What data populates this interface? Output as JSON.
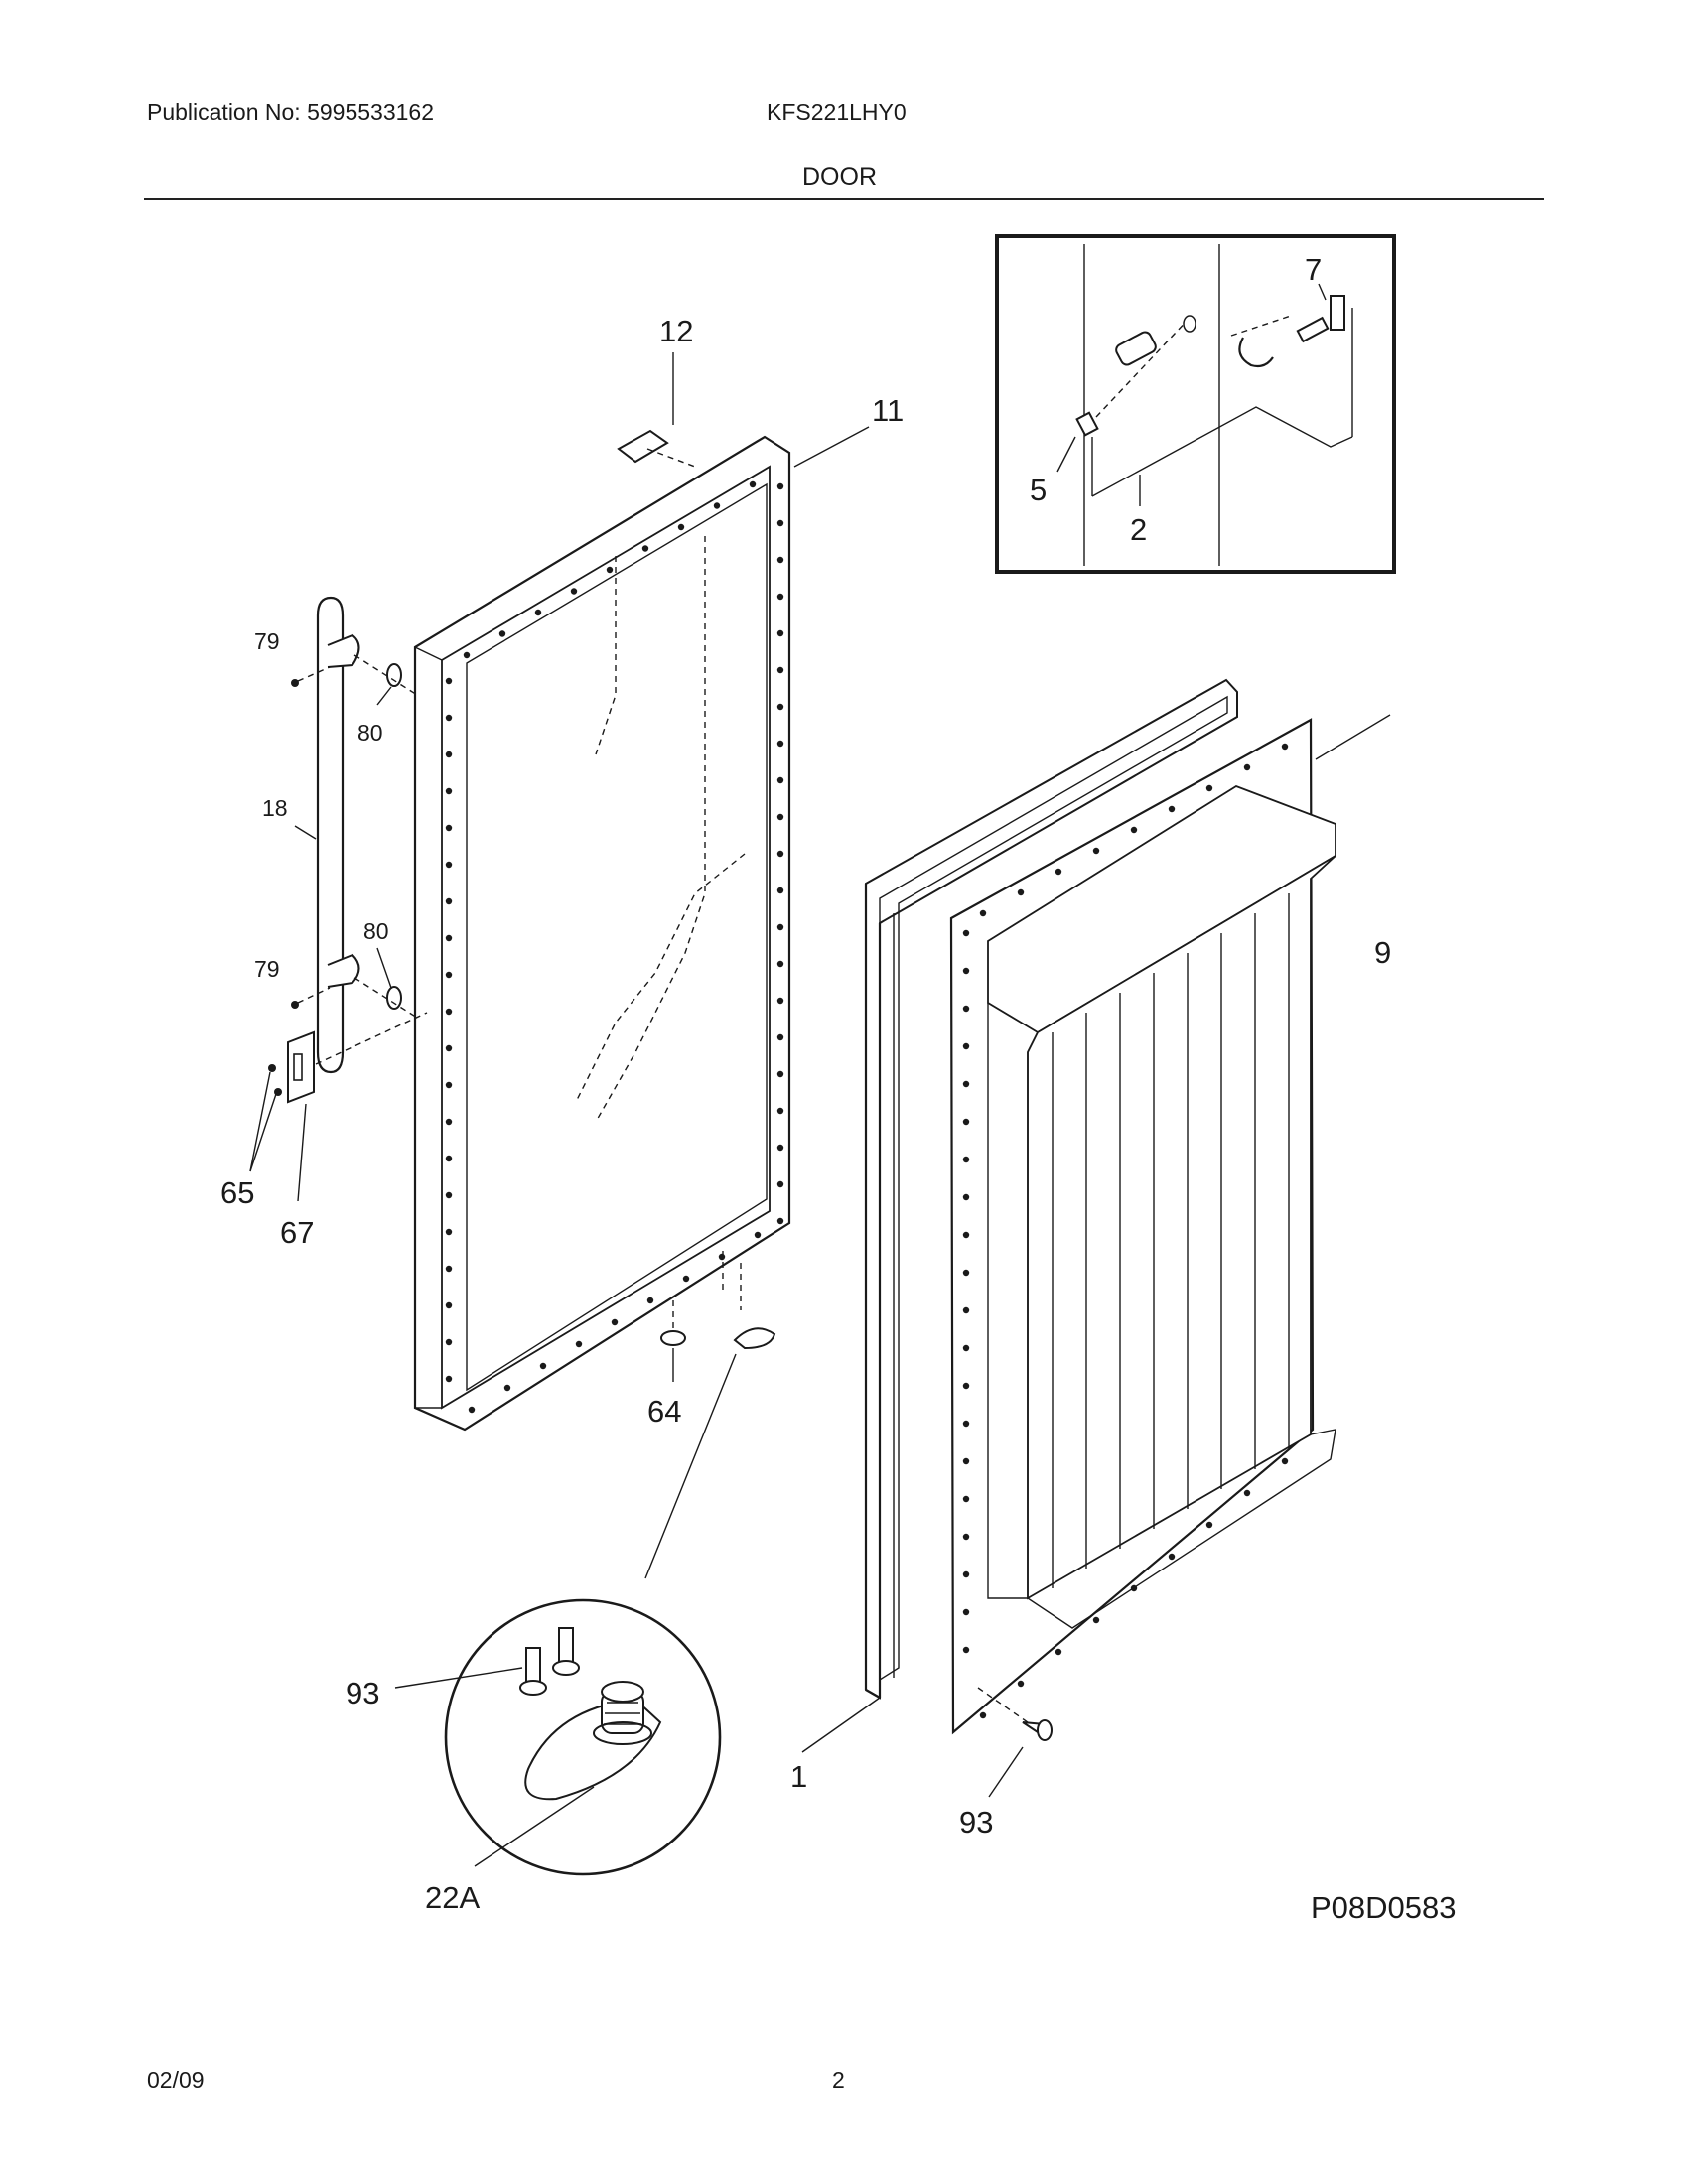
{
  "header": {
    "publication": "Publication No: 5995533162",
    "model": "KFS221LHY0",
    "section": "DOOR"
  },
  "callouts": {
    "c12": "12",
    "c11": "11",
    "c7": "7",
    "c5": "5",
    "c2": "2",
    "c79a": "79",
    "c80a": "80",
    "c18": "18",
    "c80b": "80",
    "c79b": "79",
    "c9": "9",
    "c65": "65",
    "c67": "67",
    "c64": "64",
    "c93a": "93",
    "c1": "1",
    "c93b": "93",
    "c22a": "22A"
  },
  "diagram_ref": "P08D0583",
  "footer": {
    "date": "02/09",
    "page": "2"
  }
}
